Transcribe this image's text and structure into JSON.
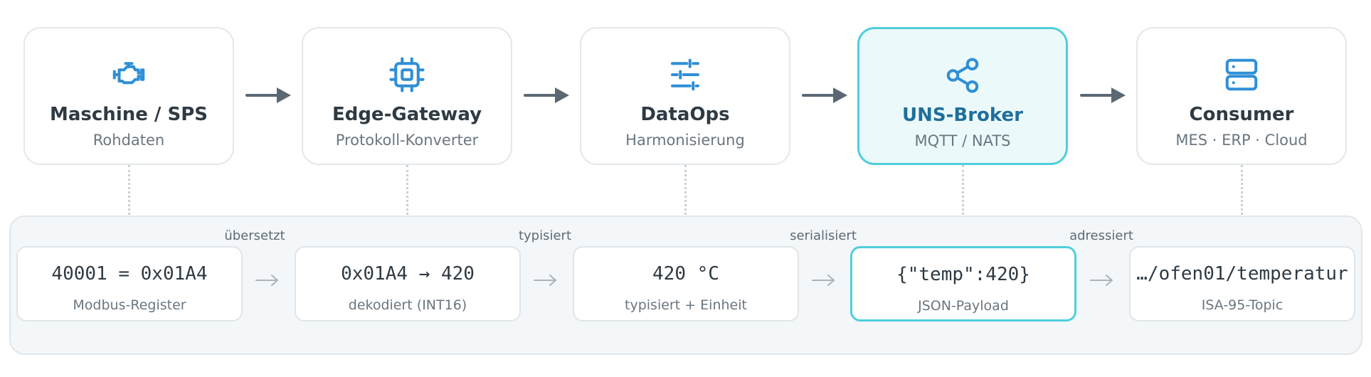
{
  "stages": [
    {
      "icon": "engine-icon",
      "title": "Maschine / SPS",
      "subtitle": "Rohdaten"
    },
    {
      "icon": "chip-icon",
      "title": "Edge-Gateway",
      "subtitle": "Protokoll-Konverter"
    },
    {
      "icon": "sliders-icon",
      "title": "DataOps",
      "subtitle": "Harmonisierung"
    },
    {
      "icon": "share-nodes-icon",
      "title": "UNS-Broker",
      "subtitle": "MQTT / NATS"
    },
    {
      "icon": "server-icon",
      "title": "Consumer",
      "subtitle": "MES · ERP · Cloud"
    }
  ],
  "transform_steps": [
    "übersetzt",
    "typisiert",
    "serialisiert",
    "adressiert"
  ],
  "cards": [
    {
      "value": "40001 = 0x01A4",
      "label": "Modbus-Register"
    },
    {
      "value": "0x01A4 → 420",
      "label": "dekodiert (INT16)"
    },
    {
      "value": "420 °C",
      "label": "typisiert + Einheit"
    },
    {
      "value": "{\"temp\":420}",
      "label": "JSON-Payload"
    },
    {
      "value": "…/ofen01/temperatur",
      "label": "ISA-95-Topic"
    }
  ],
  "colors": {
    "icon_blue": "#2f8fd6",
    "highlight_border": "#4fcfdc",
    "highlight_fill": "#ecf9fb",
    "highlight_title": "#1f6f9b",
    "arrow": "#5b6873"
  }
}
